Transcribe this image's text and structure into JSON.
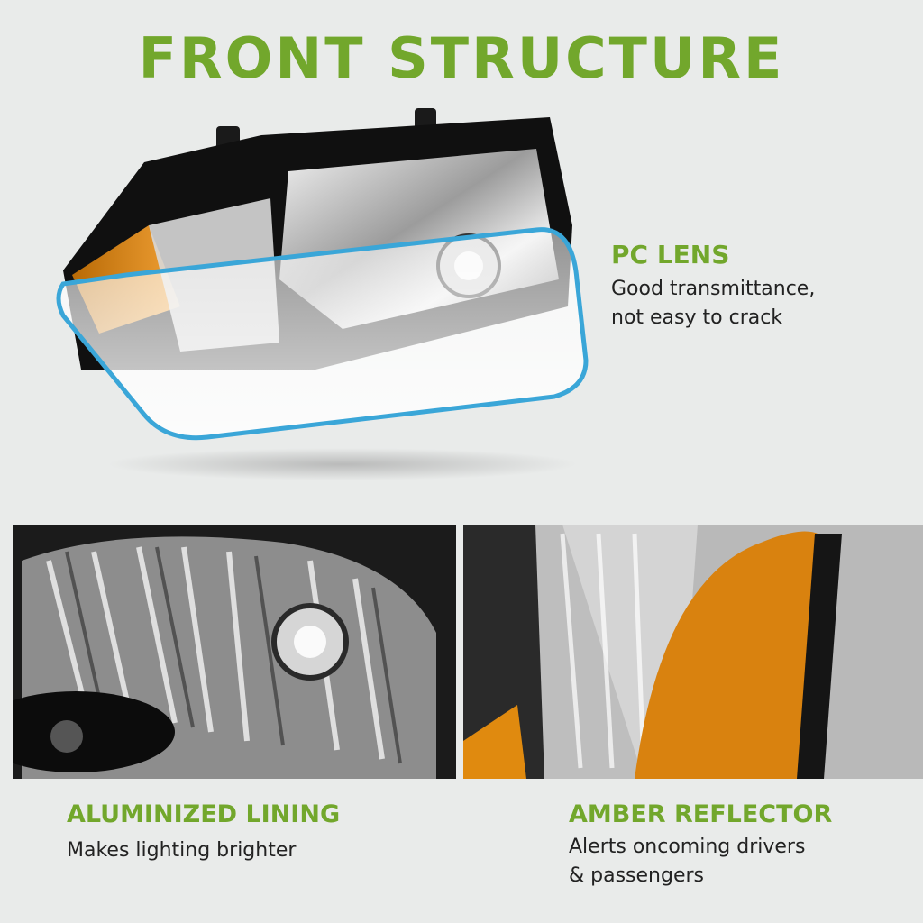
{
  "header": {
    "title": "FRONT STRUCTURE"
  },
  "pc_lens": {
    "title": "PC LENS",
    "desc_line1": "Good transmittance,",
    "desc_line2": "not easy to crack"
  },
  "aluminized": {
    "title": "ALUMINIZED LINING",
    "desc": "Makes lighting brighter"
  },
  "amber": {
    "title": "AMBER REFLECTOR",
    "desc_line1": "Alerts oncoming drivers",
    "desc_line2": "& passengers"
  },
  "colors": {
    "accent": "#72a72c",
    "lens_outline": "#3aa6d8",
    "amber": "#d9820f",
    "background": "#e9ebea"
  }
}
